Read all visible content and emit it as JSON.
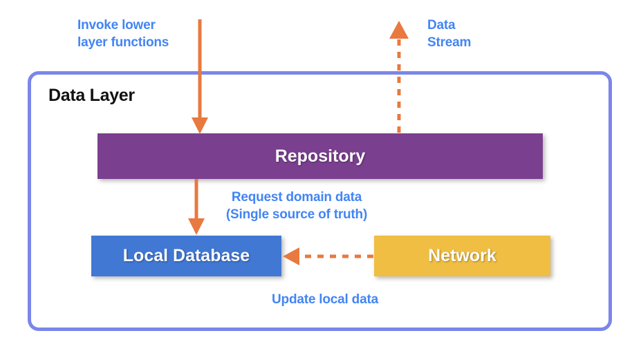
{
  "diagram": {
    "title": "Data Layer",
    "boxes": {
      "repository": {
        "label": "Repository",
        "color": "#7b3f8f"
      },
      "local_database": {
        "label": "Local Database",
        "color": "#4178d4"
      },
      "network": {
        "label": "Network",
        "color": "#efbe43"
      }
    },
    "container": {
      "label": "Data Layer",
      "border_color": "#7b86ea"
    },
    "annotations": {
      "invoke": "Invoke lower\nlayer functions",
      "data_stream": "Data\nStream",
      "request_domain": "Request domain data\n(Single source of truth)",
      "update_local": "Update local data"
    },
    "colors": {
      "annotation_text": "#4285f4",
      "arrow": "#e8793f",
      "title_text": "#111111"
    },
    "arrows": [
      {
        "name": "invoke-lower-layer-functions-arrow",
        "style": "solid",
        "direction": "down"
      },
      {
        "name": "data-stream-arrow",
        "style": "dashed",
        "direction": "up"
      },
      {
        "name": "request-domain-data-arrow",
        "style": "solid",
        "direction": "down"
      },
      {
        "name": "update-local-data-arrow",
        "style": "dashed",
        "direction": "left"
      }
    ]
  }
}
